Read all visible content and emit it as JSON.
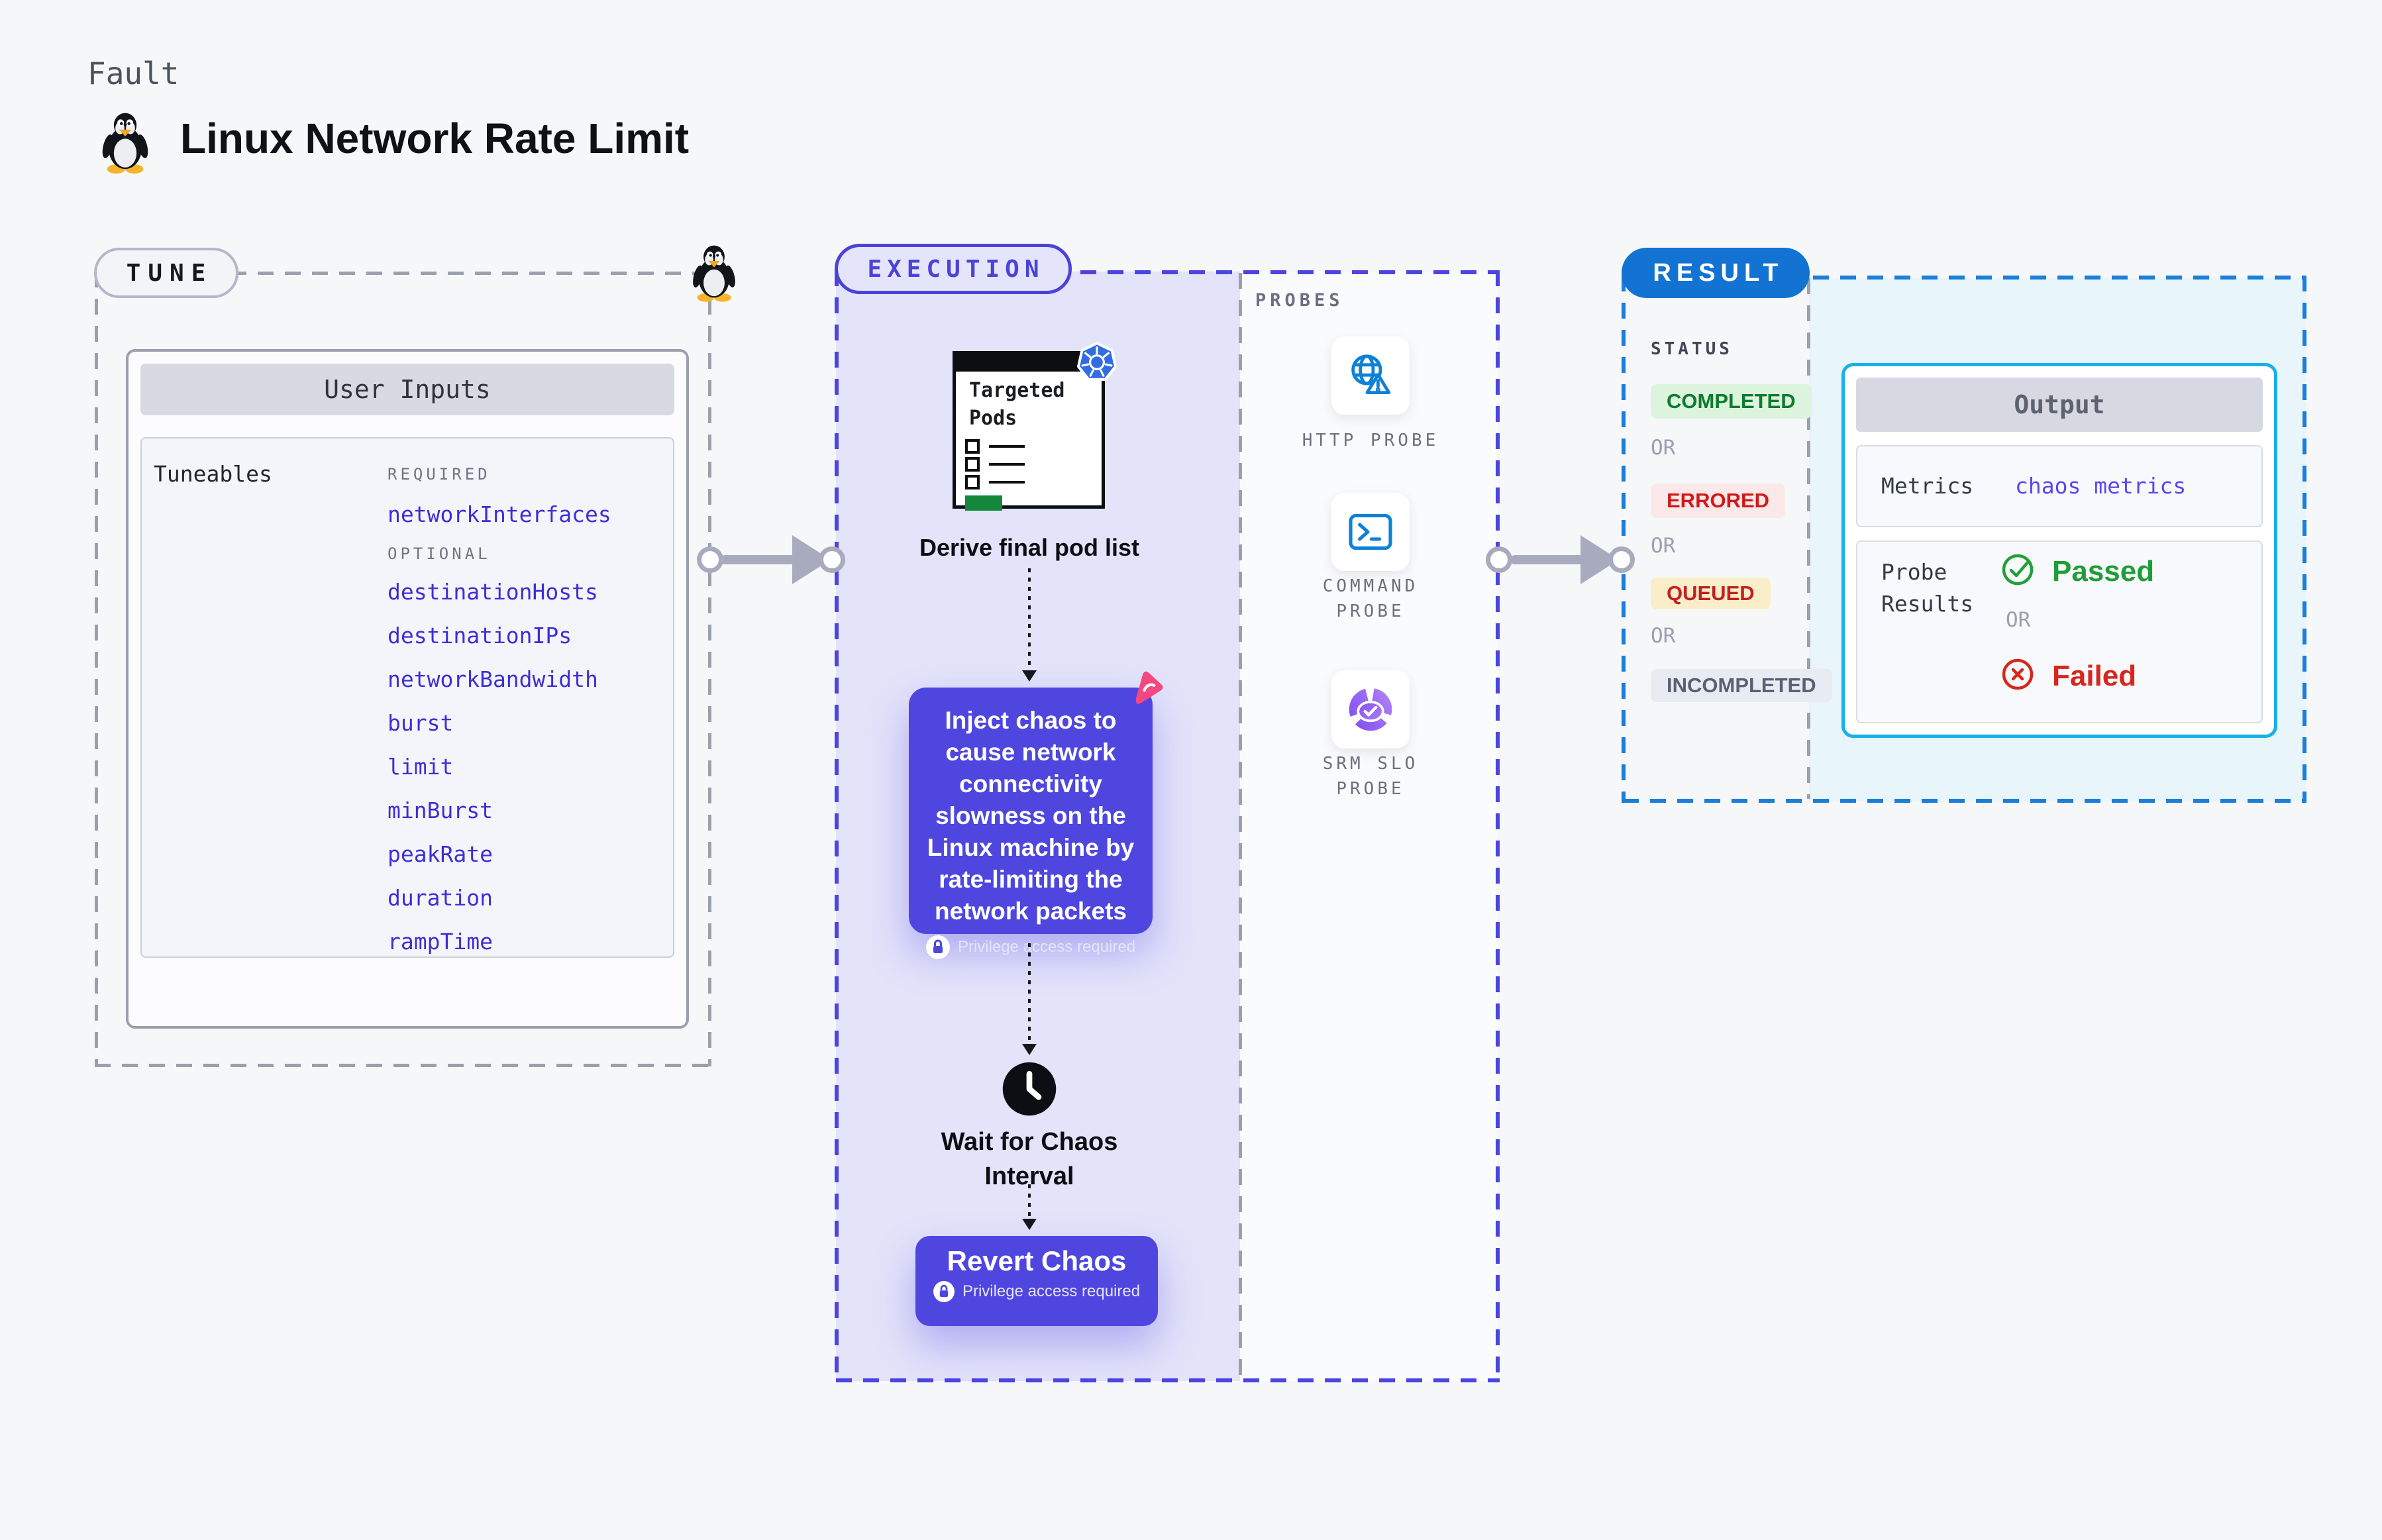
{
  "page": {
    "kicker": "Fault",
    "title": "Linux Network Rate Limit"
  },
  "colors": {
    "page_bg": "#f6f7f9",
    "lavender_bg": "#e3e3fa",
    "indigo_accent": "#4f46e0",
    "indigo_dash": "#4b44e0",
    "gray_dash": "#9aa1ad",
    "link_blue": "#3c2fd6",
    "result_blue": "#1273d3",
    "result_dash_blue": "#1b7ed8",
    "cyan_border": "#17b0e8",
    "cyan_bg": "#e8f5fb",
    "k8s_blue": "#326ce5",
    "probe_icon_blue": "#0e81d6",
    "slo_purple": "#9166f0",
    "pink_logo": "#f5487f",
    "green_pass": "#1f9d38",
    "red_fail": "#d8261d",
    "green_bar": "#13873b"
  },
  "tune": {
    "pill": "TUNE",
    "user_inputs_title": "User Inputs",
    "tuneables_label": "Tuneables",
    "required_label": "REQUIRED",
    "optional_label": "OPTIONAL",
    "required_items": [
      "networkInterfaces"
    ],
    "optional_items": [
      "destinationHosts",
      "destinationIPs",
      "networkBandwidth",
      "burst",
      "limit",
      "minBurst",
      "peakRate",
      "duration",
      "rampTime"
    ]
  },
  "execution": {
    "pill": "EXECUTION",
    "targeted_pods_title": "Targeted\nPods",
    "derive_label": "Derive final pod list",
    "inject_text": "Inject chaos to\ncause network\nconnectivity\nslowness on the\nLinux machine by\nrate-limiting the\nnetwork packets",
    "privilege_label": "Privilege access required",
    "wait_label": "Wait for Chaos\nInterval",
    "revert_label": "Revert Chaos"
  },
  "probes": {
    "section_label": "PROBES",
    "items": [
      {
        "label": "HTTP PROBE"
      },
      {
        "label": "COMMAND\nPROBE"
      },
      {
        "label": "SRM SLO\nPROBE"
      }
    ]
  },
  "result": {
    "pill": "RESULT",
    "status_label": "STATUS",
    "or_label": "OR",
    "statuses": [
      {
        "label": "COMPLETED",
        "fg": "#107a2e",
        "bg": "#dcf3dd"
      },
      {
        "label": "ERRORED",
        "fg": "#cf1a1a",
        "bg": "#fbe9e9"
      },
      {
        "label": "QUEUED",
        "fg": "#c41f1f",
        "bg": "#f9eec9"
      },
      {
        "label": "INCOMPLETED",
        "fg": "#5a6175",
        "bg": "#e9ebf2"
      }
    ],
    "output": {
      "title": "Output",
      "metrics_label": "Metrics",
      "metrics_value": "chaos metrics",
      "probe_results_label": "Probe\nResults",
      "passed_label": "Passed",
      "failed_label": "Failed"
    }
  }
}
